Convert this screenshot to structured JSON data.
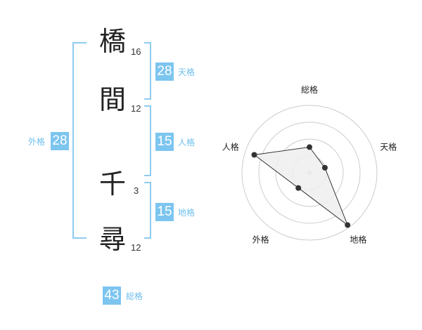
{
  "name_chars": [
    {
      "char": "橋",
      "strokes": "16"
    },
    {
      "char": "間",
      "strokes": "12"
    },
    {
      "char": "千",
      "strokes": "3"
    },
    {
      "char": "尋",
      "strokes": "12"
    }
  ],
  "fortunes": {
    "tenkaku": {
      "value": "28",
      "label": "天格"
    },
    "jinkaku": {
      "value": "15",
      "label": "人格"
    },
    "chikaku": {
      "value": "15",
      "label": "地格"
    },
    "gaikaku": {
      "value": "28",
      "label": "外格"
    },
    "soukaku": {
      "value": "43",
      "label": "総格"
    }
  },
  "radar": {
    "axes": [
      "総格",
      "天格",
      "地格",
      "外格",
      "人格"
    ],
    "levels": 4,
    "values": [
      0.38,
      0.24,
      0.96,
      0.28,
      0.86
    ],
    "colors": {
      "grid": "#cccccc",
      "fill": "#eeeeee",
      "line": "#333333",
      "point": "#333333",
      "center": "#cccccc"
    }
  },
  "colors": {
    "accent": "#7cc5ef",
    "bracket": "#8fcbf0"
  }
}
